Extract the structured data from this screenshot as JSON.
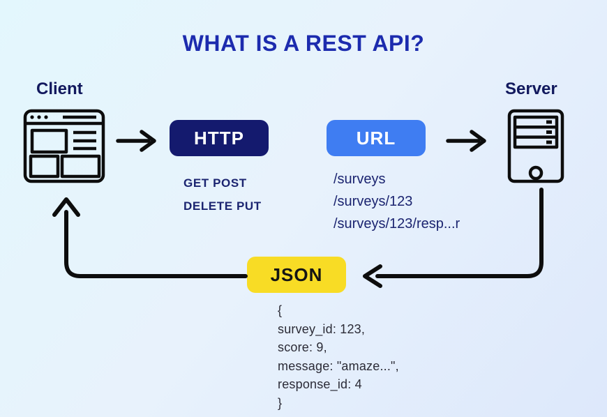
{
  "title": "WHAT IS A REST API?",
  "client": {
    "label": "Client"
  },
  "server": {
    "label": "Server"
  },
  "http": {
    "button_label": "HTTP",
    "methods_line1": "GET POST",
    "methods_line2": "DELETE PUT"
  },
  "url": {
    "button_label": "URL",
    "paths": [
      "/surveys",
      "/surveys/123",
      "/surveys/123/resp...r"
    ]
  },
  "json": {
    "button_label": "JSON",
    "code_lines": [
      "{",
      "survey_id: 123,",
      "score: 9,",
      "message: \"amaze...\",",
      "response_id: 4",
      "}"
    ]
  },
  "colors": {
    "background_start": "#e3f7fd",
    "background_end": "#dde8fb",
    "title_text": "#1c2bae",
    "label_text": "#12195e",
    "body_text": "#1b2470",
    "http_button_bg": "#141a6e",
    "url_button_bg": "#3f7df2",
    "json_button_bg": "#f8dc25",
    "arrow_stroke": "#0d0d0d",
    "code_text": "#2b2b36"
  }
}
